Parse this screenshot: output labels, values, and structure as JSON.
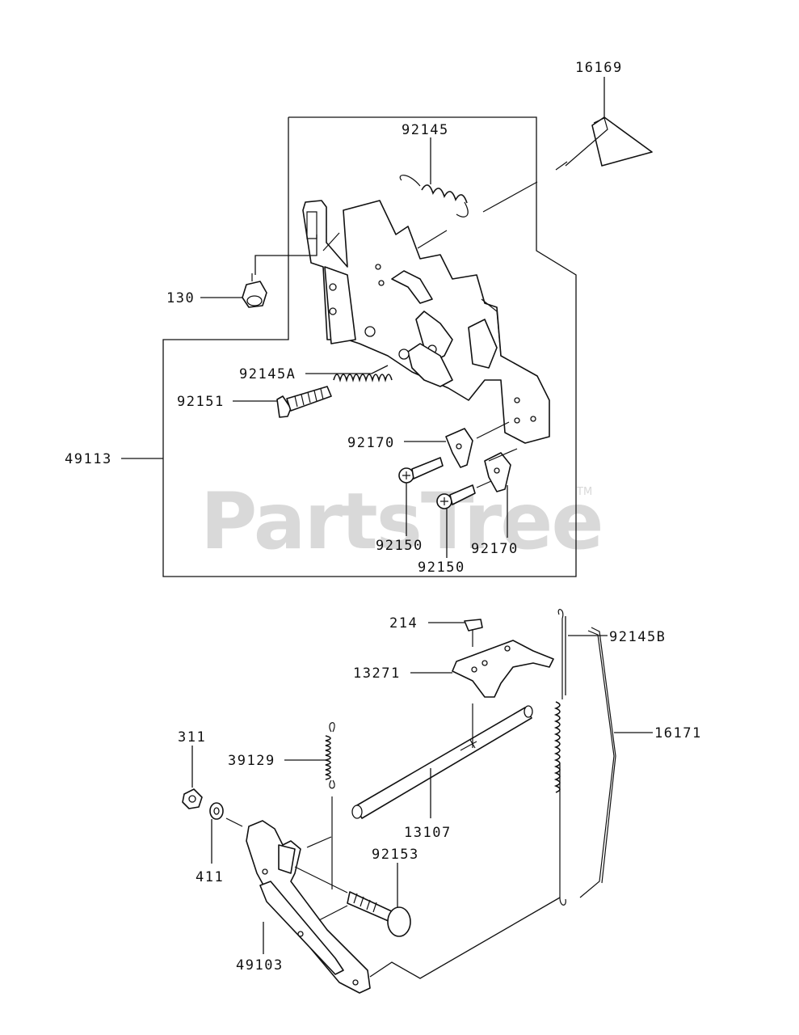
{
  "watermark": {
    "text": "PartsTree",
    "trademark": "TM"
  },
  "callouts": {
    "c16169": "16169",
    "c92145": "92145",
    "c130": "130",
    "c92145A": "92145A",
    "c92151": "92151",
    "c49113": "49113",
    "c92170a": "92170",
    "c92150a": "92150",
    "c92150b": "92150",
    "c92170b": "92170",
    "c214": "214",
    "c92145B": "92145B",
    "c13271": "13271",
    "c311": "311",
    "c39129": "39129",
    "c16171": "16171",
    "c13107": "13107",
    "c92153": "92153",
    "c411": "411",
    "c49103": "49103"
  }
}
